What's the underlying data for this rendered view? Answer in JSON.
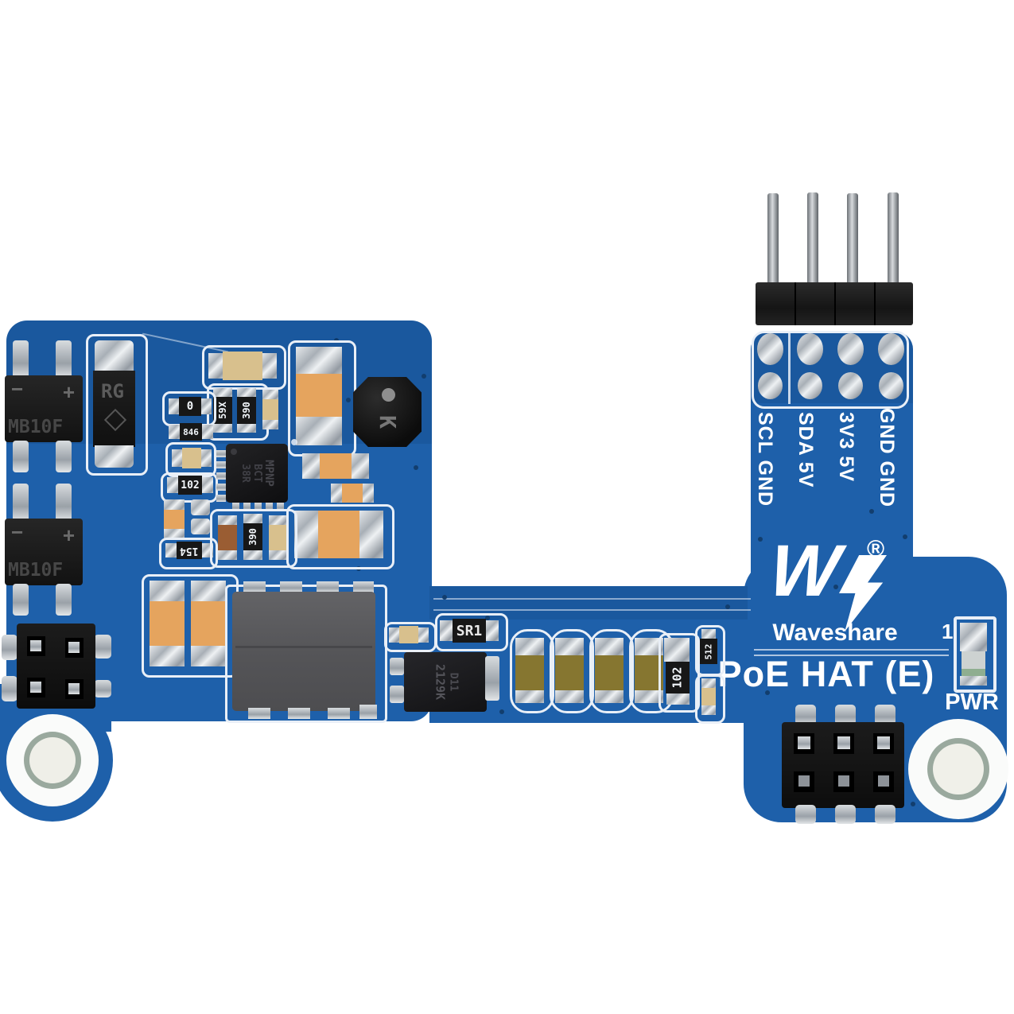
{
  "branding": {
    "logo_mark": "W",
    "registered": "®",
    "name": "Waveshare",
    "product": "PoE HAT (E)"
  },
  "labels": {
    "pwr": "PWR",
    "led_pin1": "1"
  },
  "pin_header": {
    "labels": [
      "SCL GND",
      "SDA 5V",
      "3V3 5V",
      "GND GND"
    ]
  },
  "markings": {
    "bridge1": "MB10F",
    "bridge1_minus": "−",
    "bridge1_plus": "+",
    "bridge2": "MB10F",
    "bridge2_minus": "−",
    "bridge2_plus": "+",
    "diode": "RG",
    "res_zero": "0",
    "res_846": "846",
    "res_102_left": "102",
    "res_154": "154",
    "res_59x": "59X",
    "res_390_top": "390",
    "res_390_mid": "390",
    "ic_line1": "MPNP",
    "ic_line2": "BCT",
    "ic_line3": "38R",
    "inductor": "K",
    "shunt": "SR1",
    "regulator_line1": "D11",
    "regulator_line2": "2129K",
    "res_102_right": "102",
    "res_512": "512"
  }
}
